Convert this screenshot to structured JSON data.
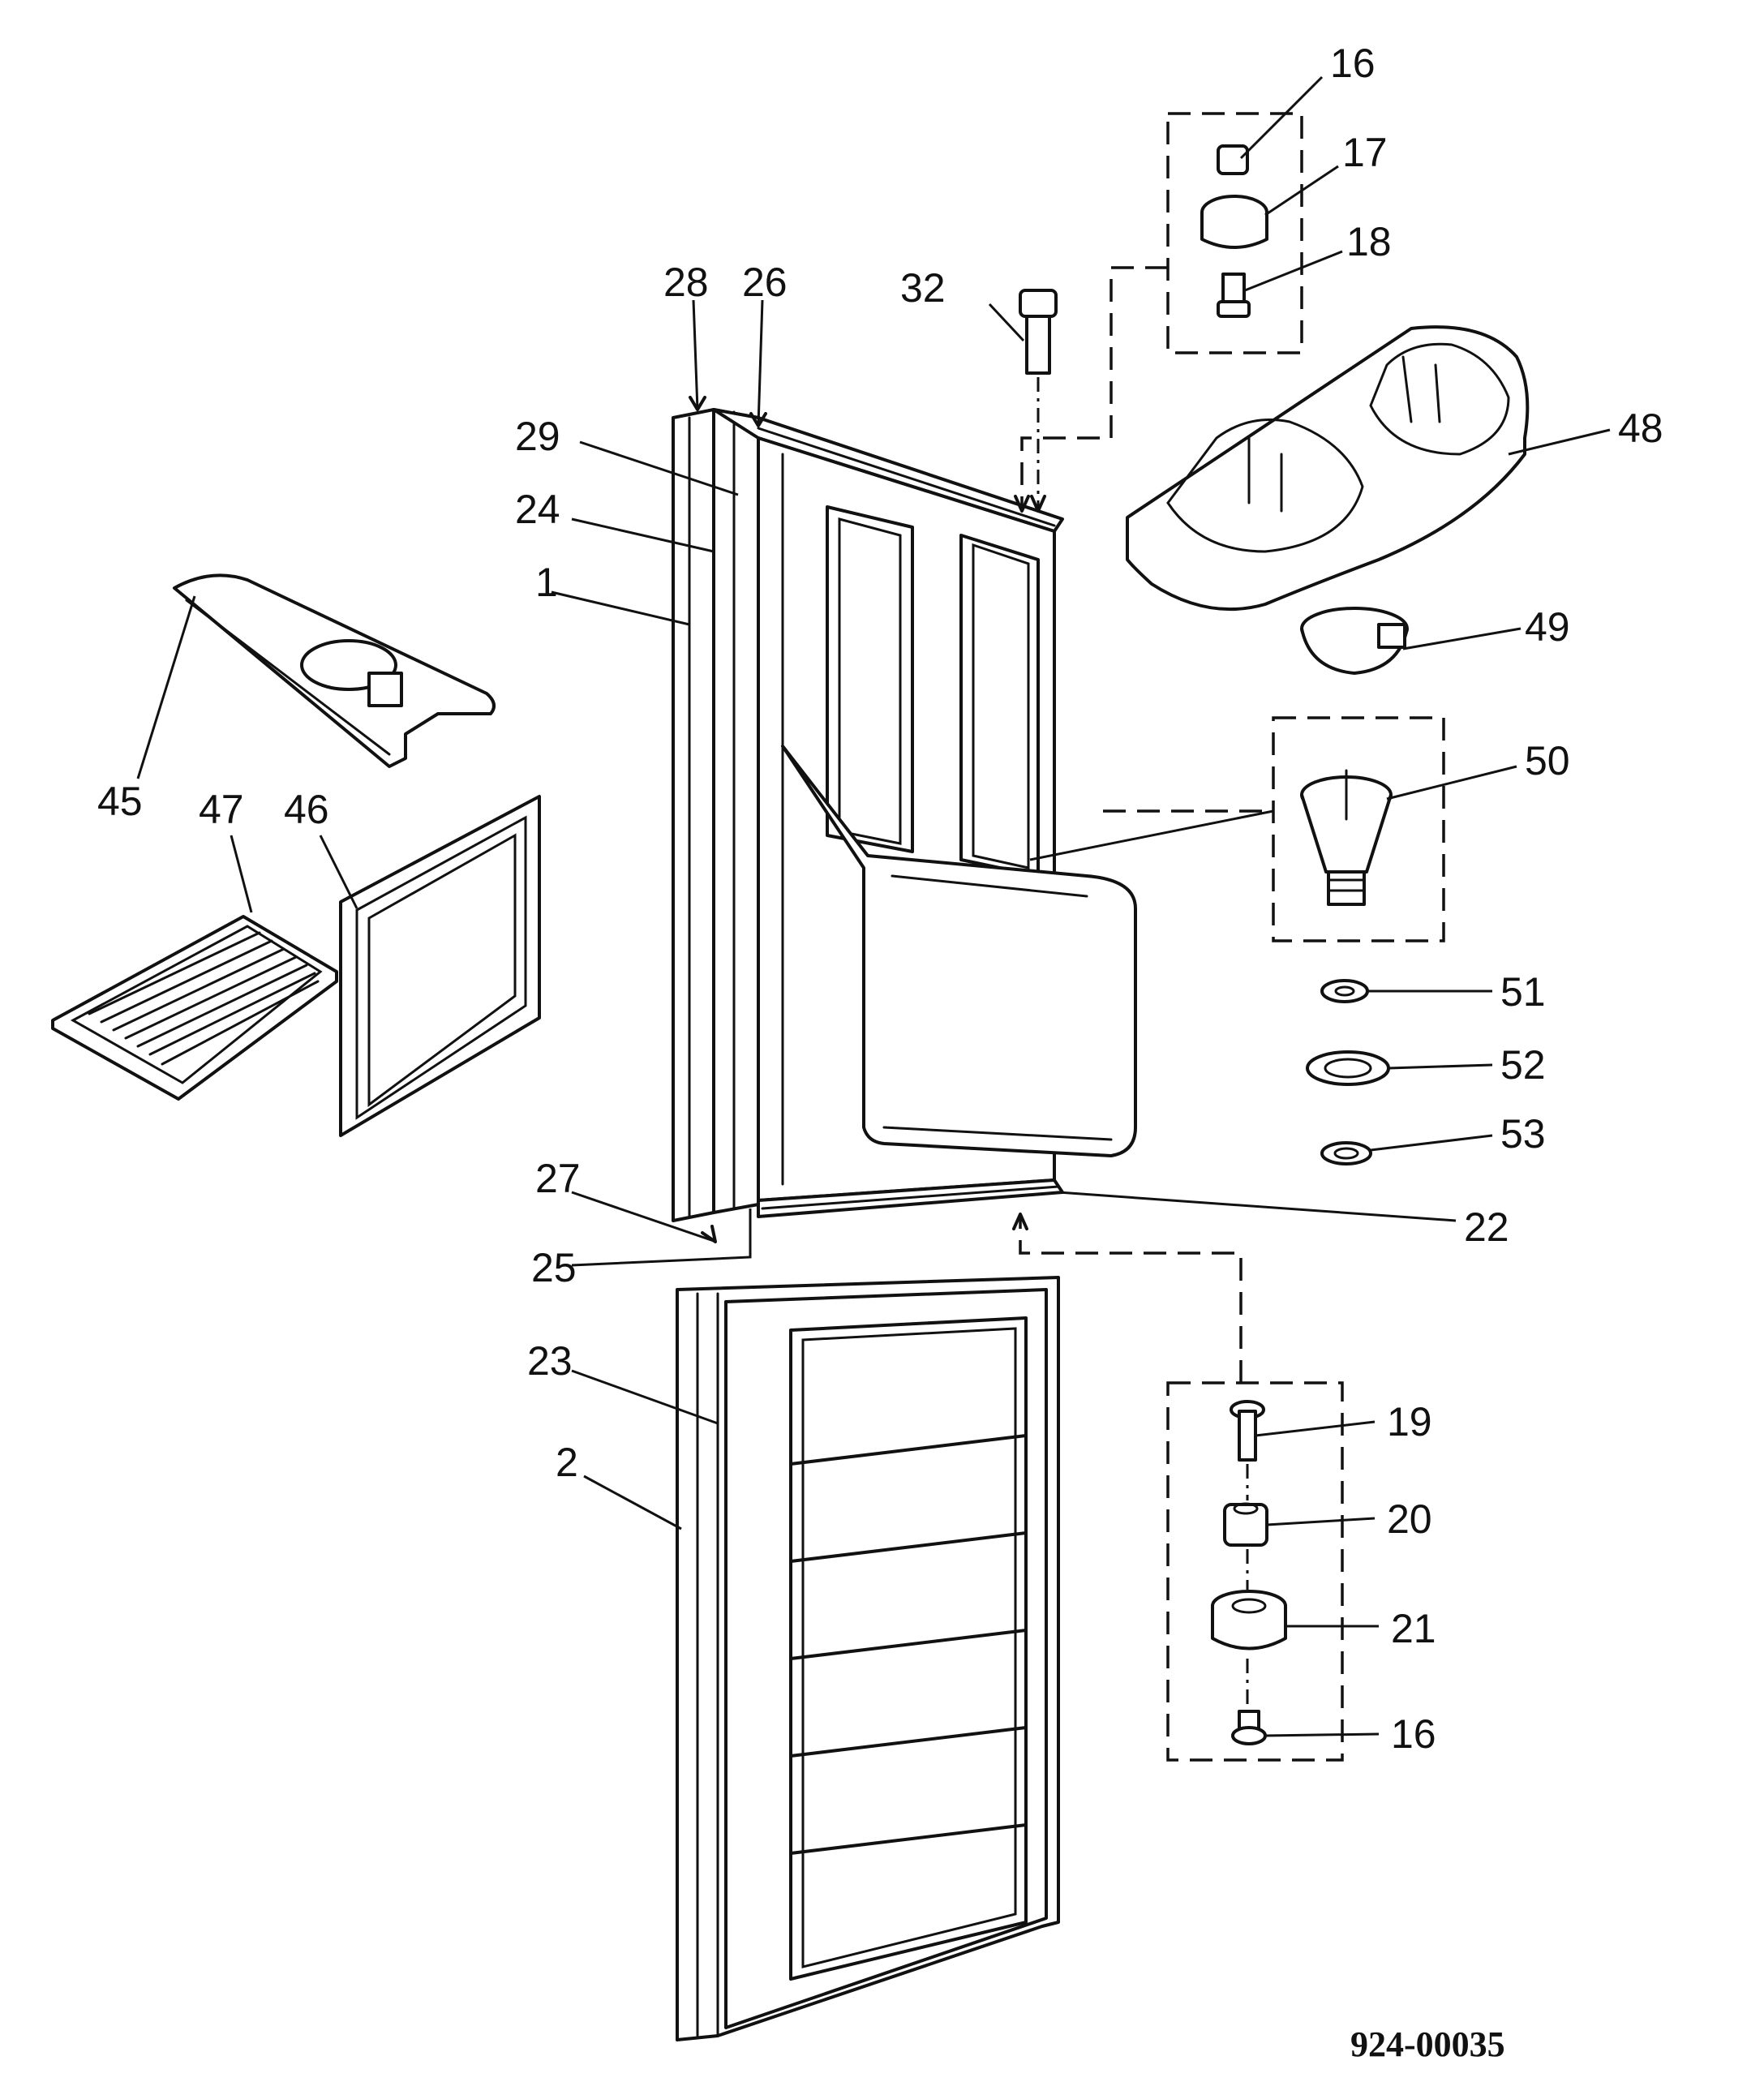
{
  "callouts": {
    "c1": "1",
    "c2": "2",
    "c16a": "16",
    "c16b": "16",
    "c17": "17",
    "c18": "18",
    "c19": "19",
    "c20": "20",
    "c21": "21",
    "c22": "22",
    "c23": "23",
    "c24": "24",
    "c25": "25",
    "c26": "26",
    "c27": "27",
    "c28": "28",
    "c29": "29",
    "c32": "32",
    "c45": "45",
    "c46": "46",
    "c47": "47",
    "c48": "48",
    "c49": "49",
    "c50": "50",
    "c51": "51",
    "c52": "52",
    "c53": "53"
  },
  "drawing_code": "924-00035"
}
